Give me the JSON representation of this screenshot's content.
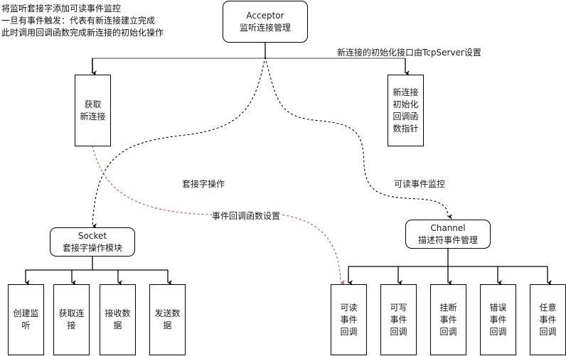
{
  "note": {
    "lines": [
      "将监听套接字添加可读事件监控",
      "一旦有事件触发：代表有新连接建立完成",
      "此时调用回调函数完成新连接的初始化操作"
    ]
  },
  "nodes": {
    "acceptor": {
      "title": "Acceptor",
      "subtitle": "监听连接管理"
    },
    "get_new_conn": {
      "lines": [
        "获取",
        "新连接"
      ]
    },
    "init_callback": {
      "lines": [
        "新连接",
        "初始化",
        "回调函",
        "数指针"
      ]
    },
    "socket": {
      "title": "Socket",
      "subtitle": "套接字操作模块"
    },
    "channel": {
      "title": "Channel",
      "subtitle": "描述符事件管理"
    },
    "socket_children": [
      {
        "lines": [
          "创建监",
          "听"
        ]
      },
      {
        "lines": [
          "获取连",
          "接"
        ]
      },
      {
        "lines": [
          "接收数",
          "据"
        ]
      },
      {
        "lines": [
          "发送数",
          "据"
        ]
      }
    ],
    "channel_children": [
      {
        "lines": [
          "可读",
          "事件",
          "回调"
        ]
      },
      {
        "lines": [
          "可写",
          "事件",
          "回调"
        ]
      },
      {
        "lines": [
          "挂断",
          "事件",
          "回调"
        ]
      },
      {
        "lines": [
          "错误",
          "事件",
          "回调"
        ]
      },
      {
        "lines": [
          "任意",
          "事件",
          "回调"
        ]
      }
    ]
  },
  "edge_labels": {
    "init_interface": "新连接的初始化接口由TcpServer设置",
    "socket_ops": "套接字操作",
    "callback_setup": "事件回调函数设置",
    "readable_monitor": "可读事件监控"
  },
  "colors": {
    "line": "#000000",
    "bus_line": "#808080",
    "red_dashed": "#b85450"
  }
}
